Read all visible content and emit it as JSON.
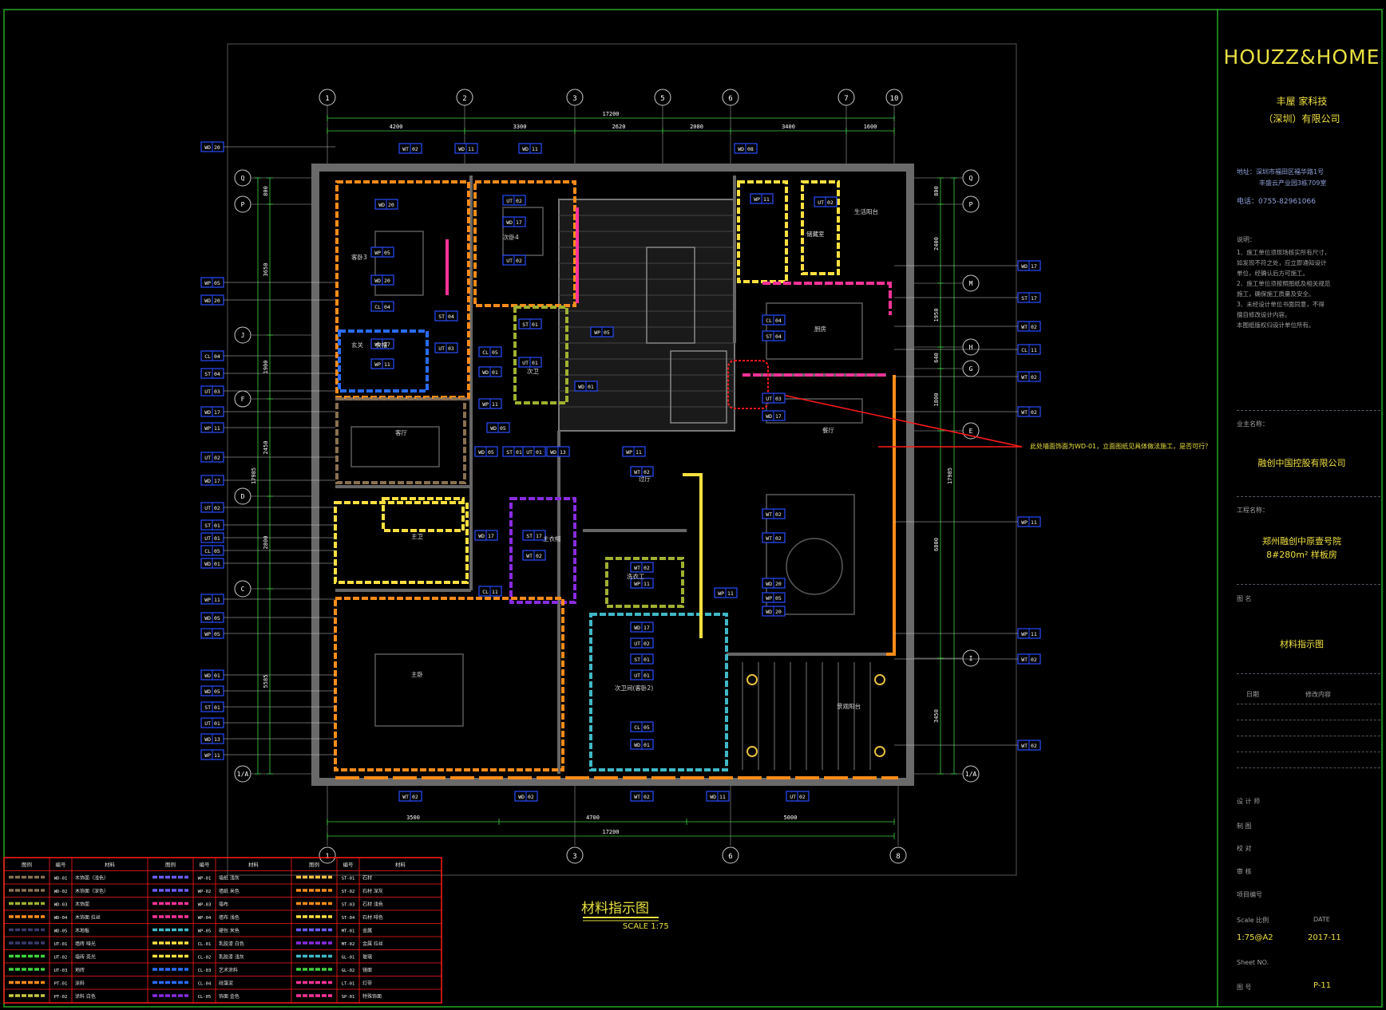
{
  "company": {
    "logo": "HOUZZ&HOME",
    "name_line1": "丰屋 家科技",
    "name_line2": "（深圳）有限公司",
    "address_line1": "地址：深圳市福田区褔华路1号",
    "address_line2": "丰盛云产业园3栋709室",
    "phone": "电话：0755-82961066"
  },
  "notes": {
    "heading": "说明：",
    "lines": [
      "1、施工单位须现场核实所有尺寸，",
      "如发现不符之处，应立即通知设计",
      "单位，经确认后方可施工。",
      "2、施工单位须按照图纸及相关规范",
      "施工，确保施工质量及安全。",
      "3、未经设计单位书面同意，不得",
      "擅自修改设计内容。",
      "本图纸版权归设计单位所有。"
    ]
  },
  "client": {
    "label": "业主名称：",
    "value": "融创中国控股有限公司"
  },
  "project": {
    "label": "工程名称：",
    "value_line1": "郑州融创中原壹号院",
    "value_line2": "8#280m² 样板房"
  },
  "drawing": {
    "label": "图 名",
    "value": "材料指示图"
  },
  "revision": {
    "date_label": "日期",
    "content_label": "修改内容"
  },
  "signoff": {
    "designer": "设 计 师",
    "drafter": "制 图",
    "checker": "校 对",
    "reviewer": "审 核",
    "project_no": "项目编号"
  },
  "scale_block": {
    "scale_label": "Scale 比例",
    "date_label": "DATE",
    "scale_value": "1:75@A2",
    "date_value": "2017-11"
  },
  "sheet": {
    "label": "Sheet NO.",
    "number_label": "图 号",
    "number": "P-11"
  },
  "plan_title": "材料指示图",
  "plan_scale": "SCALE 1:75",
  "annotation": "此处墙面饰面为WD-01，立面图纸见具体做法施工，是否可行？",
  "top_grid": [
    "1",
    "2",
    "3",
    "5",
    "6",
    "7",
    "10"
  ],
  "bottom_grid": [
    "1",
    "3",
    "6",
    "8"
  ],
  "left_grid": [
    "Q",
    "P",
    "J",
    "F",
    "D",
    "C",
    "1/A"
  ],
  "right_grid": [
    "Q",
    "P",
    "M",
    "H",
    "G",
    "E",
    "I",
    "1/A"
  ],
  "top_dims": [
    "4200",
    "3300",
    "2620",
    "2080",
    "3400",
    "1600"
  ],
  "total_dim": "17200",
  "bottom_dims": [
    "3500",
    "4700",
    "5000"
  ],
  "left_dims": [
    "800",
    "3650",
    "1900",
    "2450",
    "2800",
    "5585"
  ],
  "left_total": "17985",
  "right_dims": [
    "800",
    "2400",
    "1950",
    "640",
    "1800",
    "6800",
    "3450"
  ],
  "right_total": "17985",
  "rooms": [
    "客卧3",
    "次卧4",
    "衣帽",
    "次卫",
    "客厅",
    "主卫",
    "主卧",
    "主衣帽",
    "洗衣工",
    "餐厅",
    "厨房",
    "储藏室",
    "生活阳台",
    "景观阳台",
    "次卫间(客卧2)",
    "过厅",
    "玄关"
  ],
  "colors": {
    "orange": "#ff8c1a",
    "yellow": "#ffe040",
    "green": "#3fd23f",
    "blue": "#2a6cff",
    "purple": "#8a2be2",
    "pink": "#ff3399",
    "gray": "#555555",
    "cyan": "#3fb8c8",
    "red": "#ff1a1a"
  },
  "tag_codes": {
    "left": [
      "WD 20",
      "WP 05",
      "WD 20",
      "CL 04",
      "ST 04",
      "UT 03",
      "WD 17",
      "WP 11",
      "UT 02",
      "WD 17",
      "UT 02",
      "ST 01",
      "UT 01",
      "CL 05",
      "WD 01",
      "WP 11",
      "WD 05",
      "WP 05",
      "WD 01",
      "WD 05",
      "ST 01",
      "UT 01",
      "WD 13",
      "WP 11"
    ],
    "right": [
      "WD 17",
      "ST 17",
      "WT 02",
      "CL 11",
      "WT 02",
      "WT 02",
      "WP 11",
      "WP 11",
      "WT 02",
      "WT 02"
    ],
    "top": [
      "WT 02",
      "WD 11",
      "WD 11",
      "WD 08"
    ],
    "bottom": [
      "WT 02",
      "WD 02",
      "WT 02",
      "WD 11",
      "UT 02"
    ]
  },
  "legend": {
    "headers": [
      "图例",
      "编号",
      "材料",
      "图例",
      "编号",
      "材料",
      "图例",
      "编号",
      "材料"
    ],
    "rows": [
      [
        "WD-01",
        "木饰面（浅色）",
        "WP-01",
        "墙纸  浅灰",
        "ST-01",
        "石材"
      ],
      [
        "WD-02",
        "木饰面（深色）",
        "WP-02",
        "墙纸  米色",
        "ST-02",
        "石材  深灰"
      ],
      [
        "WD-03",
        "木饰面",
        "WP-03",
        "墙布",
        "ST-03",
        "石材  浅色"
      ],
      [
        "WD-04",
        "木饰面  拉丝",
        "WP-04",
        "墙布  浅色",
        "ST-04",
        "石材  啡色"
      ],
      [
        "WD-05",
        "木地板",
        "WP-05",
        "硬包  米色",
        "MT-01",
        "金属"
      ],
      [
        "UT-01",
        "墙砖  哑光",
        "CL-01",
        "乳胶漆  白色",
        "MT-02",
        "金属  拉丝"
      ],
      [
        "UT-02",
        "墙砖  亮光",
        "CL-02",
        "乳胶漆  浅灰",
        "GL-01",
        "玻璃"
      ],
      [
        "UT-03",
        "地砖",
        "CL-03",
        "艺术涂料",
        "GL-02",
        "镜面"
      ],
      [
        "PT-01",
        "涂料",
        "CL-04",
        "硅藻泥",
        "LT-01",
        "灯带"
      ],
      [
        "PT-02",
        "涂料  白色",
        "CL-05",
        "饰面  金色",
        "SP-01",
        "特殊饰面"
      ]
    ]
  }
}
